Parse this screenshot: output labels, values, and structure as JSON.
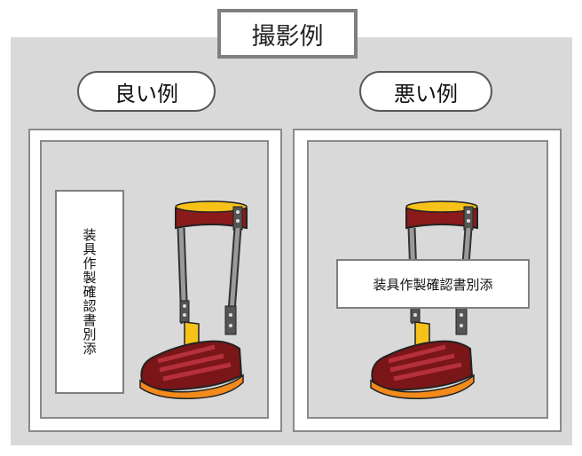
{
  "title": "撮影例",
  "good": {
    "label": "良い例",
    "document_text": "装具作製確認書別添"
  },
  "bad": {
    "label": "悪い例",
    "document_text": "装具作製確認書別添"
  },
  "icons": {
    "brace": "leg-brace-with-shoe-icon"
  }
}
